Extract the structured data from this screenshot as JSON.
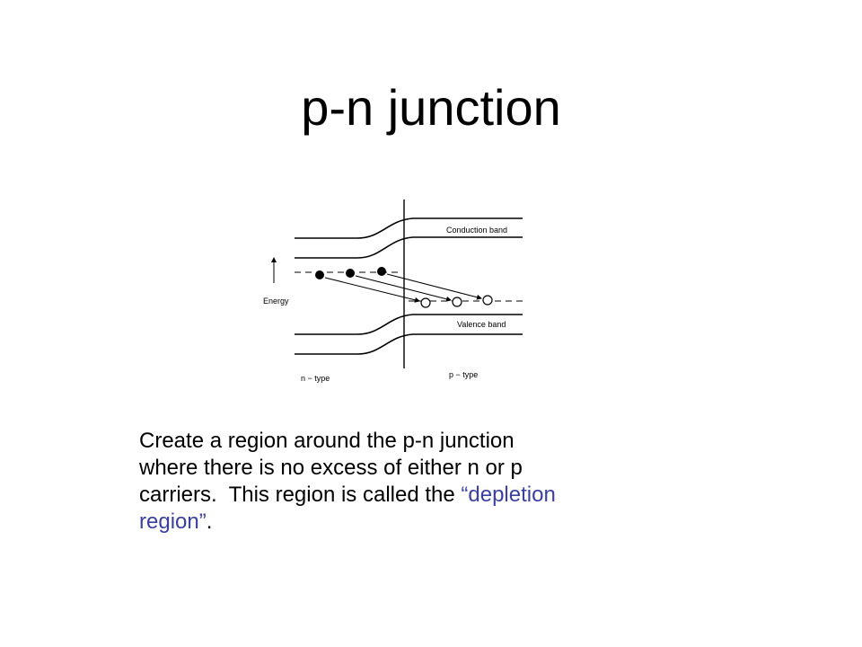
{
  "slide": {
    "title": "p-n junction",
    "diagram": {
      "energy_label": "Energy",
      "conduction_label": "Conduction band",
      "valence_label": "Valence band",
      "n_label": "n − type",
      "p_label": "p − type"
    },
    "body": {
      "line1": "Create a region around the p-n junction",
      "line2": "where there is no excess of either n or p",
      "line3_a": "carriers.  This region is called the ",
      "line3_b": "“depletion",
      "line4_a": "region”",
      "line4_b": "."
    },
    "colors": {
      "highlight": "#3b3fa0",
      "text": "#000000"
    }
  }
}
